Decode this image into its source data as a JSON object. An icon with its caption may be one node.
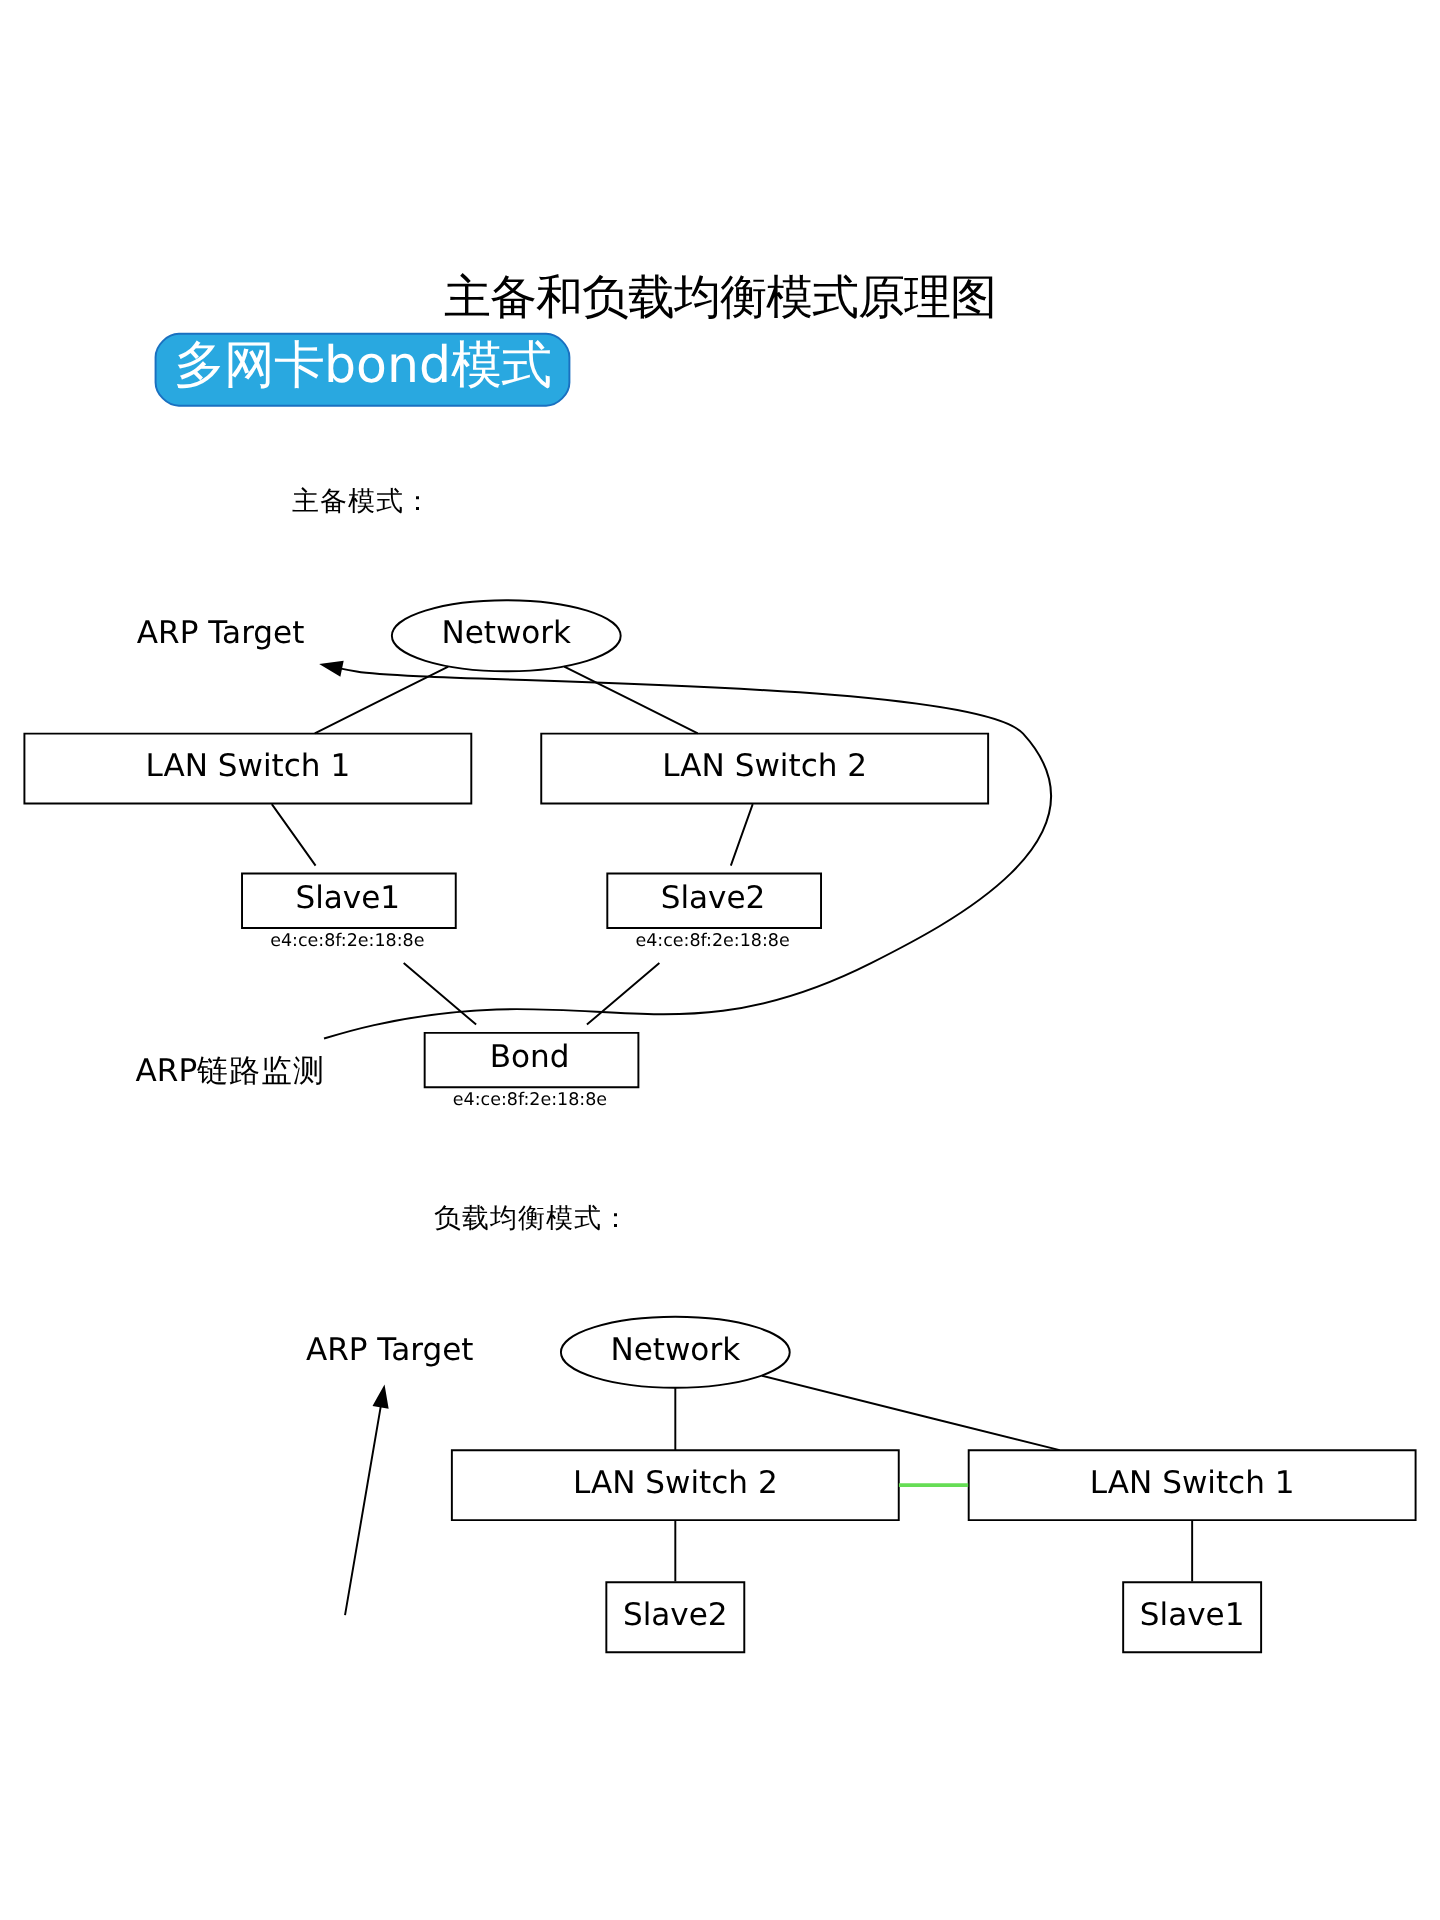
{
  "diagram": {
    "title": "主备和负载均衡模式原理图",
    "nodes": [
      {
        "text": [
          "Network"
        ]
      },
      {
        "text": [
          "ARP Target"
        ]
      },
      {
        "text": [
          "LAN Switch 1"
        ]
      },
      {
        "text": [
          "LAN Switch 2"
        ]
      },
      {
        "text": [
          "Slave1"
        ],
        "beside": [
          "e4:ce:8f:2e:18:8e"
        ]
      },
      {
        "text": [
          "Slave2"
        ],
        "beside": [
          "e4:ce:8f:2e:18:8e"
        ]
      },
      {
        "text": [
          "Bond"
        ],
        "beside": [
          "e4:ce:8f:2e:18:8e"
        ]
      },
      {
        "text": [
          "ARP链路监测"
        ]
      },
      {
        "text": [
          "Network"
        ]
      },
      {
        "text": [
          "ARP Target"
        ]
      },
      {
        "text": [
          "LAN Switch 1"
        ]
      },
      {
        "text": [
          "LAN Switch 2"
        ]
      },
      {
        "text": [
          "Slave1"
        ]
      },
      {
        "text": [
          "Slave2"
        ]
      }
    ],
    "edges": [
      {
        "from": 0,
        "to": 2,
        "arrow": "none"
      },
      {
        "from": 0,
        "to": 3,
        "arrow": "none"
      },
      {
        "from": 2,
        "to": 4,
        "arrow": "none"
      },
      {
        "from": 3,
        "to": 5,
        "arrow": "none"
      },
      {
        "from": 4,
        "to": 6,
        "arrow": "none"
      },
      {
        "from": 5,
        "to": 6,
        "arrow": "none"
      },
      {
        "from": 7,
        "to": 1,
        "arrow": "to"
      },
      {
        "from": 8,
        "to": 10,
        "arrow": "none"
      },
      {
        "from": 8,
        "to": 11,
        "arrow": "none"
      },
      {
        "from": 10,
        "to": 11,
        "arrow": "none",
        "color": "#66dd55"
      },
      {
        "from": 10,
        "to": 12,
        "arrow": "none"
      },
      {
        "from": 11,
        "to": 13,
        "arrow": "none"
      },
      {
        "from": null,
        "to": 9,
        "arrow": "to"
      }
    ],
    "labels": [
      "多网卡bond模式",
      "主备模式：",
      "负载均衡模式："
    ]
  }
}
